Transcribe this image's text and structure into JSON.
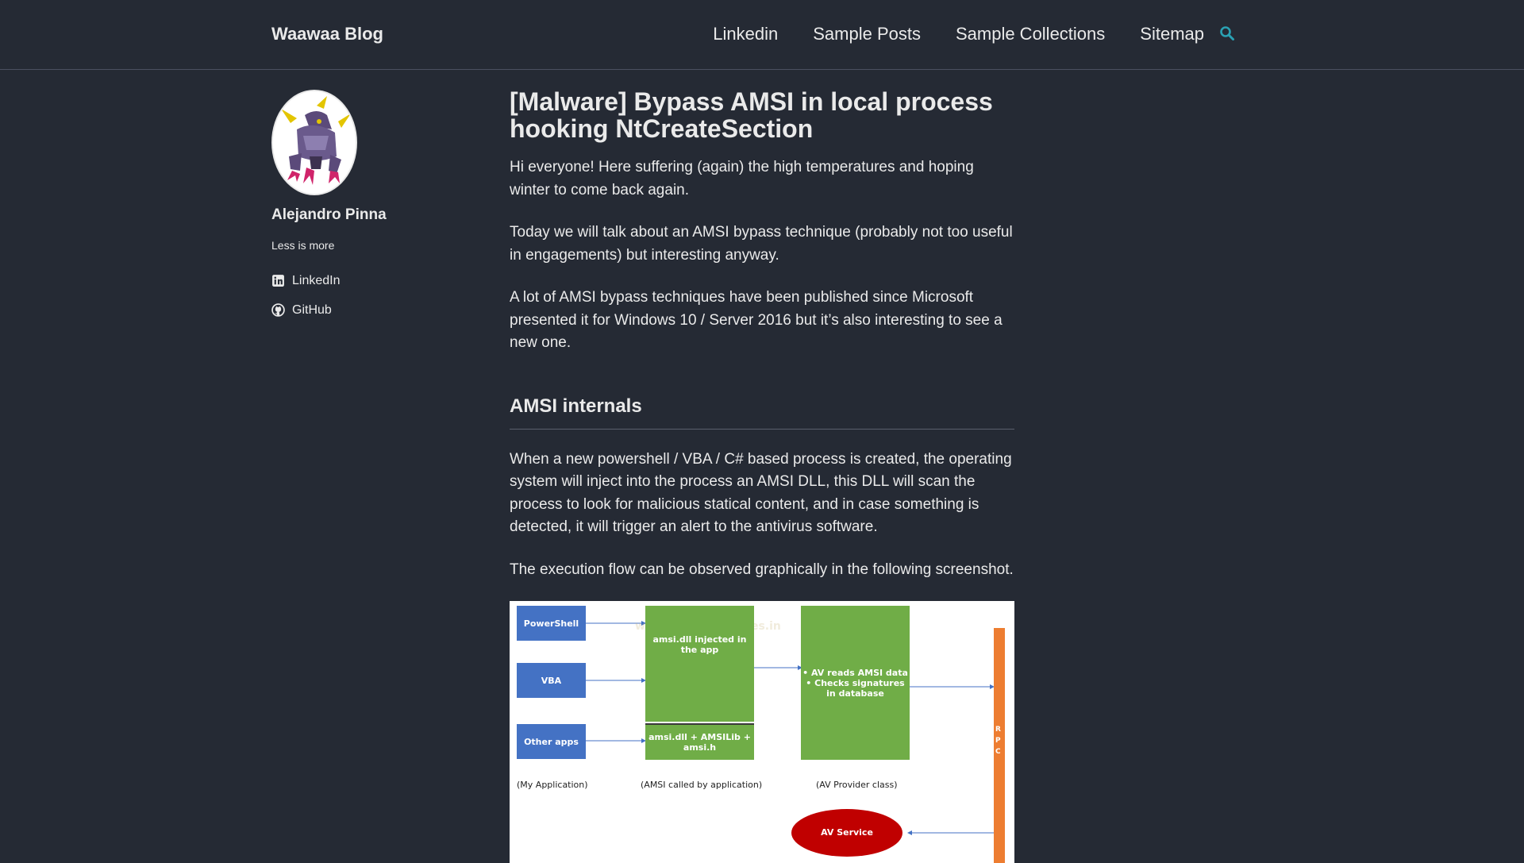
{
  "header": {
    "site_title": "Waawaa Blog",
    "nav": [
      "Linkedin",
      "Sample Posts",
      "Sample Collections",
      "Sitemap"
    ],
    "search_icon": "search-icon",
    "accent_color": "#2aa1b3"
  },
  "sidebar": {
    "author_name": "Alejandro Pinna",
    "bio": "Less is more",
    "links": [
      {
        "label": "LinkedIn",
        "icon": "linkedin-icon"
      },
      {
        "label": "GitHub",
        "icon": "github-icon"
      }
    ]
  },
  "article": {
    "title": "[Malware] Bypass AMSI in local process hooking NtCreateSection",
    "paragraphs": [
      "Hi everyone! Here suffering (again) the high temperatures and hoping winter to come back again.",
      "Today we will talk about an AMSI bypass technique (probably not too useful in engagements) but interesting anyway.",
      "A lot of AMSI bypass techniques have been published since Microsoft presented it for Windows 10 / Server 2016 but it’s also interesting to see a new one."
    ],
    "section_heading": "AMSI internals",
    "section_paragraphs": [
      "When a new powershell / VBA / C# based process is created, the operating system will inject into the process an AMSI DLL, this DLL will scan the process to look for malicious statical content, and in case something is detected, it will trigger an alert to the antivirus software.",
      "The execution flow can be observed graphically in the following screenshot."
    ]
  },
  "figure": {
    "watermark": "www.hackingarticles.in",
    "apps": [
      "PowerShell",
      "VBA",
      "Other apps"
    ],
    "amsi_top": "amsi.dll injected in the app",
    "amsi_bottom": "amsi.dll + AMSILib + amsi.h",
    "av_bullets": [
      "AV reads AMSI data",
      "Checks signatures in database"
    ],
    "rpc": "R P C",
    "captions": [
      "(My Application)",
      "(AMSI called by application)",
      "(AV Provider class)"
    ],
    "av_service": "AV Service",
    "colors": {
      "blue": "#4472c4",
      "green": "#70ad47",
      "orange": "#ed7d31",
      "red": "#c00000"
    }
  }
}
